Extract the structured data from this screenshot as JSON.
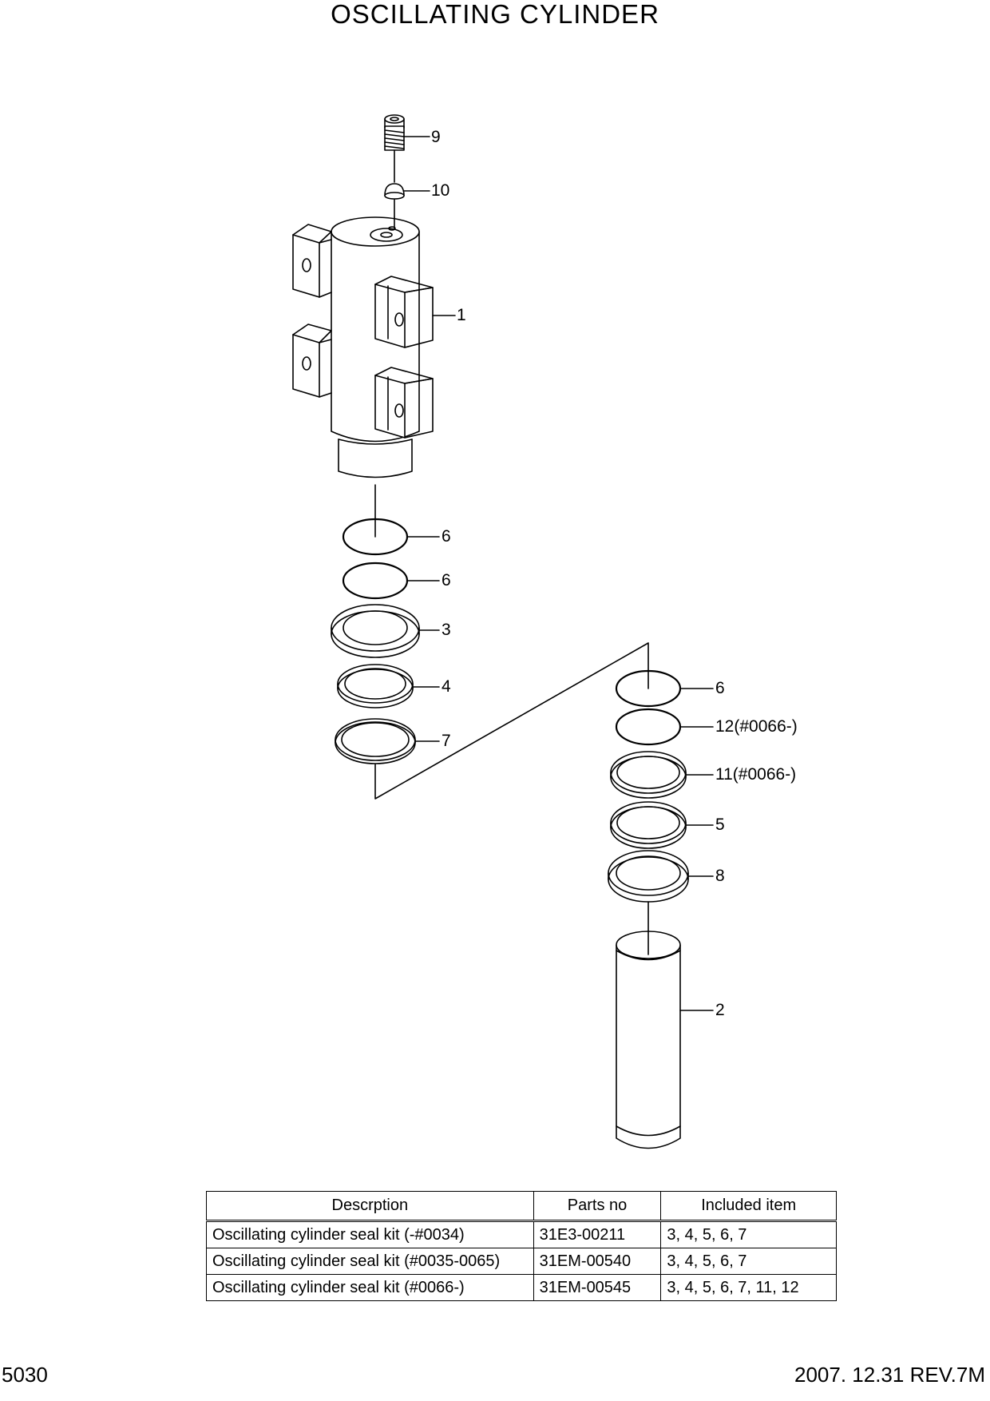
{
  "title": "OSCILLATING CYLINDER",
  "callouts": [
    {
      "id": "c9",
      "label": "9"
    },
    {
      "id": "c10",
      "label": "10"
    },
    {
      "id": "c1",
      "label": "1"
    },
    {
      "id": "c6a",
      "label": "6"
    },
    {
      "id": "c6b",
      "label": "6"
    },
    {
      "id": "c3",
      "label": "3"
    },
    {
      "id": "c4",
      "label": "4"
    },
    {
      "id": "c7",
      "label": "7"
    },
    {
      "id": "c6c",
      "label": "6"
    },
    {
      "id": "c12",
      "label": "12(#0066-)"
    },
    {
      "id": "c11",
      "label": "11(#0066-)"
    },
    {
      "id": "c5",
      "label": "5"
    },
    {
      "id": "c8",
      "label": "8"
    },
    {
      "id": "c2",
      "label": "2"
    }
  ],
  "table": {
    "headers": [
      "Descrption",
      "Parts no",
      "Included item"
    ],
    "rows": [
      [
        "Oscillating cylinder seal kit (-#0034)",
        "31E3-00211",
        "3, 4, 5, 6, 7"
      ],
      [
        "Oscillating cylinder seal kit (#0035-0065)",
        "31EM-00540",
        "3, 4, 5, 6, 7"
      ],
      [
        "Oscillating cylinder seal kit (#0066-)",
        "31EM-00545",
        "3, 4, 5, 6, 7, 11, 12"
      ]
    ]
  },
  "footer": {
    "page_number": "5030",
    "revision": "2007. 12.31  REV.7M"
  }
}
